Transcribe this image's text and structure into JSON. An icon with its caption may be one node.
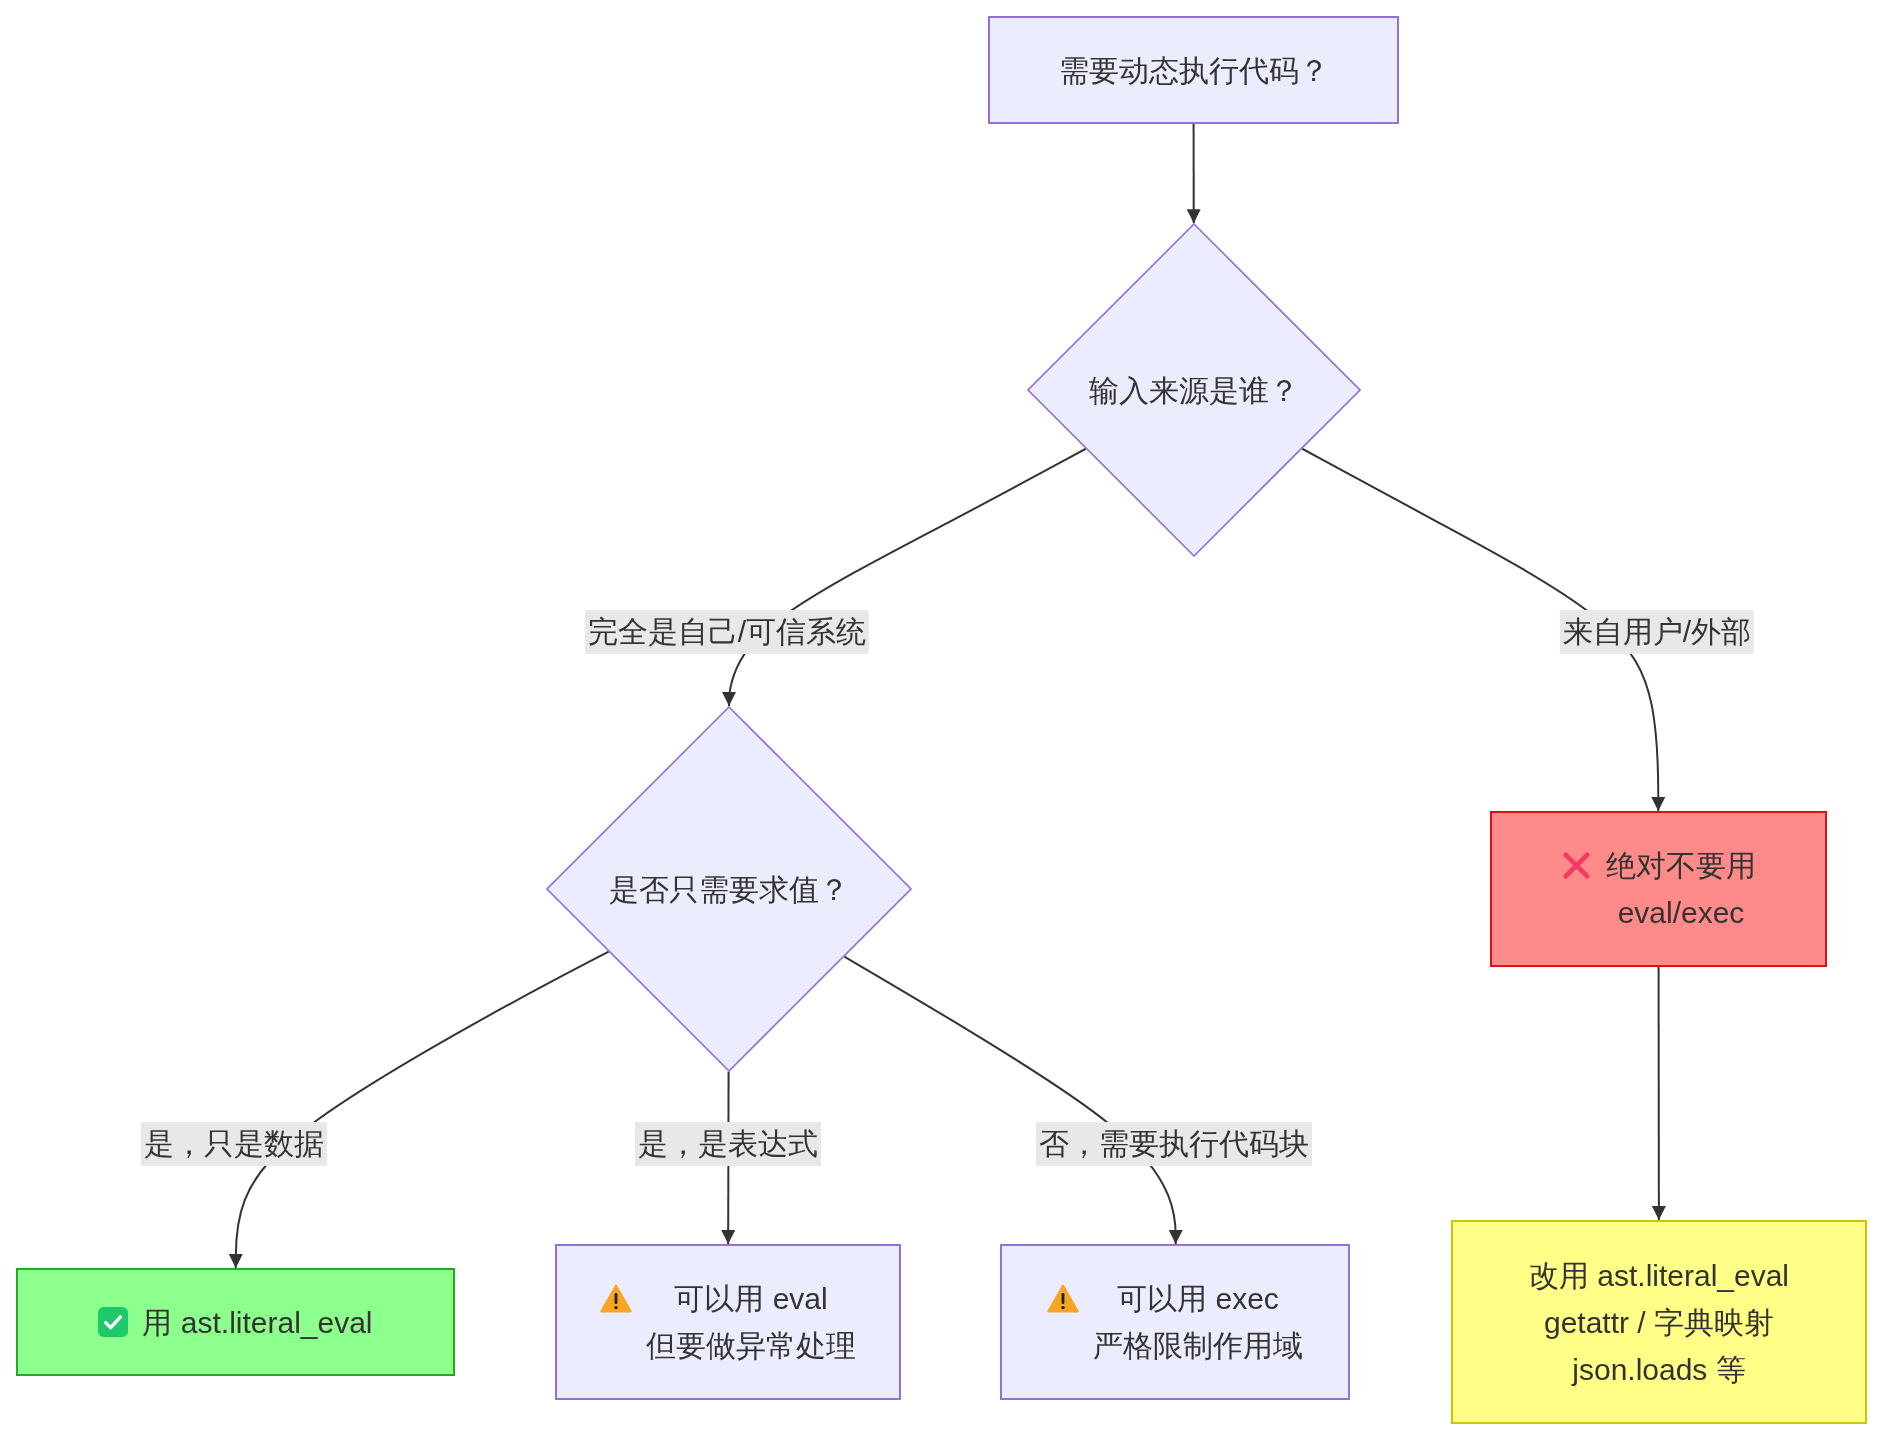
{
  "diagram": {
    "nodes": [
      {
        "text": [
          "需要动态执行代码？"
        ]
      },
      {
        "text": [
          "输入来源是谁？"
        ]
      },
      {
        "text": [
          "是否只需要求值？"
        ]
      },
      {
        "text": [
          "绝对不要用 eval/exec"
        ]
      },
      {
        "text": [
          "用 ast.literal_eval"
        ]
      },
      {
        "text": [
          "可以用 eval 但要做异常处理"
        ]
      },
      {
        "text": [
          "可以用 exec 严格限制作用域"
        ]
      },
      {
        "text": [
          "改用 ast.literal_eval getattr / 字典映射 json.loads 等"
        ]
      }
    ],
    "edges": [
      {
        "from": 0,
        "to": 1,
        "arrow": "to"
      },
      {
        "from": 1,
        "to": 2,
        "arrow": "to",
        "label": "完全是自己/可信系统"
      },
      {
        "from": 1,
        "to": 3,
        "arrow": "to",
        "label": "来自用户/外部"
      },
      {
        "from": 2,
        "to": 4,
        "arrow": "to",
        "label": "是，只是数据"
      },
      {
        "from": 2,
        "to": 5,
        "arrow": "to",
        "label": "是，是表达式"
      },
      {
        "from": 2,
        "to": 6,
        "arrow": "to",
        "label": "否，需要执行代码块"
      },
      {
        "from": 3,
        "to": 7,
        "arrow": "to"
      }
    ]
  }
}
